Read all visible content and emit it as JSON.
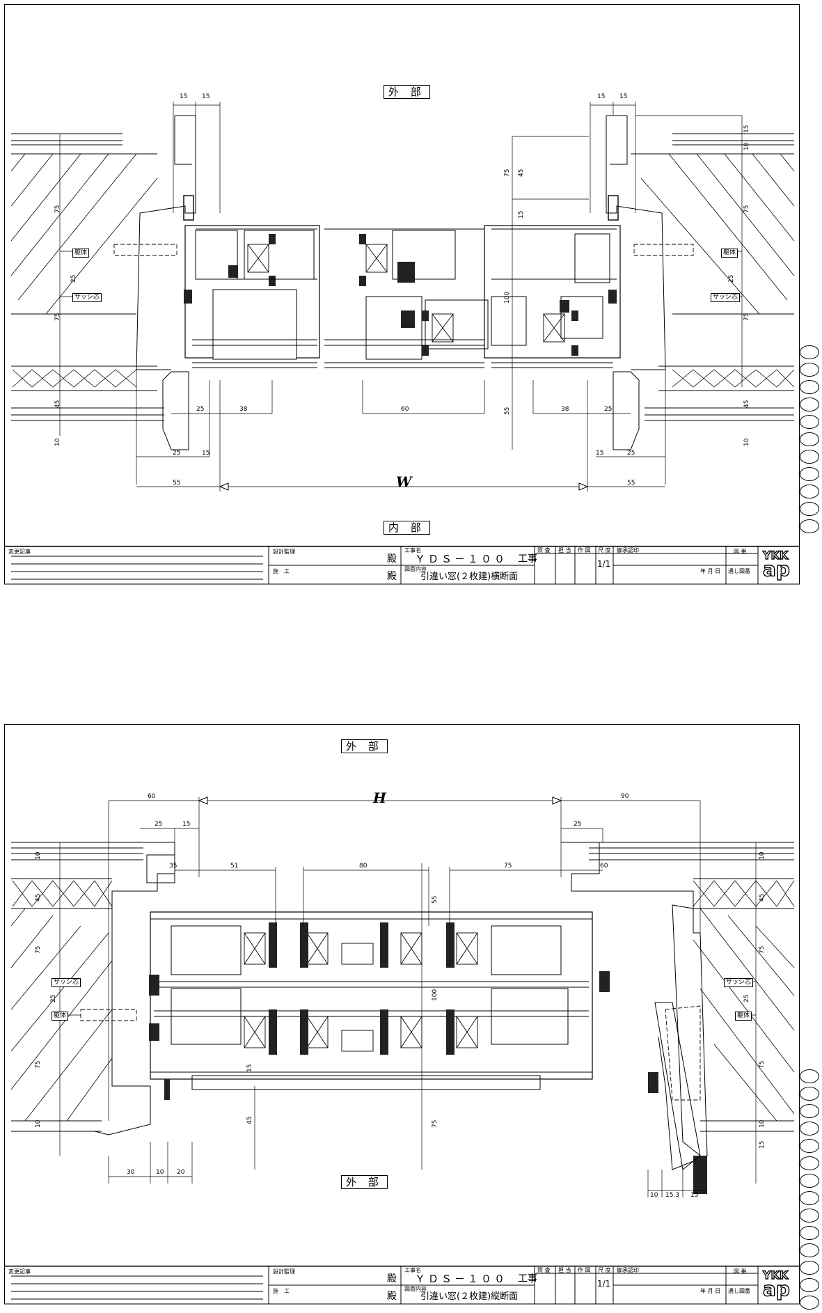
{
  "sheets": [
    {
      "exterior_label": "外 部",
      "interior_label": "内 部",
      "main_dim": "W",
      "dims_top_left": [
        "15",
        "15"
      ],
      "dims_top_right": [
        "15",
        "15"
      ],
      "dims_bottom_left": [
        "25",
        "38",
        "25",
        "15",
        "55"
      ],
      "dims_center": "60",
      "dims_bottom_right": [
        "38",
        "25",
        "15",
        "25",
        "55"
      ],
      "vdims_left": [
        "75",
        "25",
        "75",
        "45",
        "10"
      ],
      "vdims_inner_right": [
        "75",
        "45",
        "15",
        "100",
        "55"
      ],
      "vdims_right": [
        "15",
        "10",
        "75",
        "25",
        "75",
        "45",
        "10"
      ],
      "tags_left": [
        "躯体",
        "サッシ芯"
      ],
      "tags_right": [
        "躯体",
        "サッシ芯"
      ],
      "title": {
        "revision_label": "変更記事",
        "design_label": "設計監理",
        "construction_label": "施　工",
        "honorific": "殿",
        "project_label": "工事名",
        "project_name": "ＹＤＳ－１００",
        "project_suffix": "工事",
        "drawing_label": "図面内容",
        "drawing_name": "引違い窓(２枚建)横断面",
        "cols": [
          "照 査",
          "担 当",
          "作 図",
          "尺 度",
          "御承認印"
        ],
        "scale": "1/1",
        "date": "年 月 日",
        "drawing_no_label": "図 番",
        "serial_label": "通し図番",
        "logo_top": "YKK",
        "logo_bottom": "ap"
      }
    },
    {
      "exterior_label": "外 部",
      "interior_label": "外 部",
      "main_dim": "H",
      "dims_top": [
        "60",
        "90",
        "25",
        "15",
        "25"
      ],
      "dims_row": [
        "35",
        "51",
        "80",
        "75",
        "60"
      ],
      "dims_bottom_left": [
        "30",
        "10",
        "20"
      ],
      "dims_bottom_right": [
        "10",
        "15.3",
        "15"
      ],
      "vdims_left": [
        "10",
        "45",
        "75",
        "25",
        "75",
        "10"
      ],
      "vdims_inner": [
        "55",
        "100",
        "15",
        "45",
        "75"
      ],
      "vdims_right": [
        "10",
        "45",
        "75",
        "25",
        "75",
        "15",
        "10"
      ],
      "tags_left": [
        "サッシ芯",
        "躯体"
      ],
      "tags_right": [
        "サッシ芯",
        "躯体"
      ],
      "title": {
        "revision_label": "変更記事",
        "design_label": "設計監理",
        "construction_label": "施　工",
        "honorific": "殿",
        "project_label": "工事名",
        "project_name": "ＹＤＳ－１００",
        "project_suffix": "工事",
        "drawing_label": "図面内容",
        "drawing_name": "引違い窓(２枚建)縦断面",
        "cols": [
          "照 査",
          "担 当",
          "作 図",
          "尺 度",
          "御承認印"
        ],
        "scale": "1/1",
        "date": "年 月 日",
        "drawing_no_label": "図 番",
        "serial_label": "通し図番",
        "logo_top": "YKK",
        "logo_bottom": "ap"
      }
    }
  ]
}
